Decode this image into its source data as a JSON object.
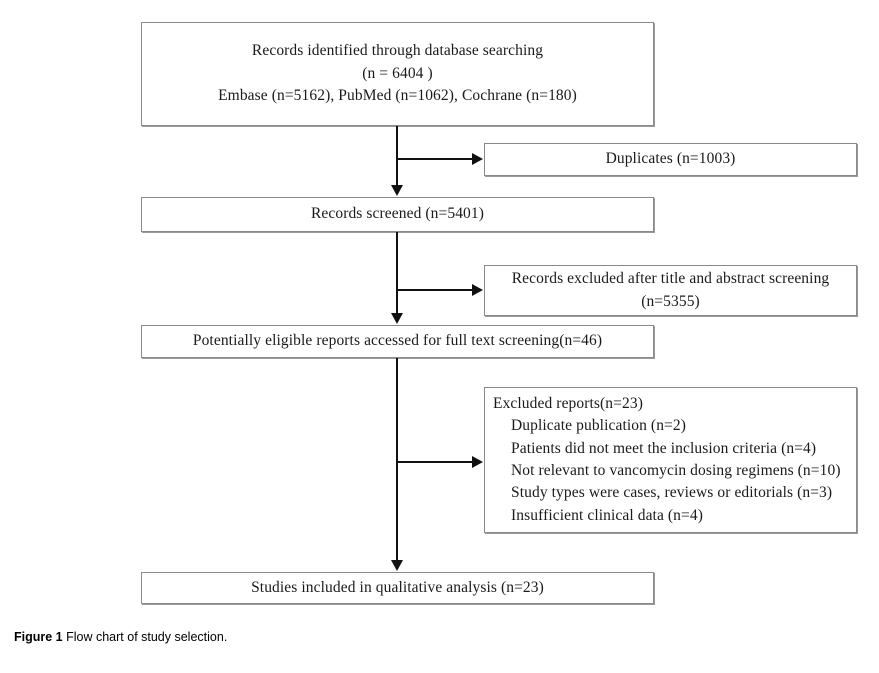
{
  "figure": {
    "caption_label": "Figure 1",
    "caption_text": "Flow chart of study selection.",
    "colors": {
      "box_border": "#8a8a8a",
      "connector": "#111111",
      "background": "#ffffff",
      "text": "#1a1a1a"
    }
  },
  "chart_data": {
    "type": "diagram",
    "title": "Flow chart of study selection",
    "nodes": [
      {
        "id": "identified",
        "lines": [
          "Records identified through database searching",
          "(n = 6404 )",
          "Embase (n=5162), PubMed (n=1062), Cochrane (n=180)"
        ],
        "count": 6404
      },
      {
        "id": "duplicates",
        "lines": [
          "Duplicates (n=1003)"
        ],
        "count": 1003
      },
      {
        "id": "screened",
        "lines": [
          "Records screened (n=5401)"
        ],
        "count": 5401
      },
      {
        "id": "excluded_title_abstract",
        "lines": [
          "Records excluded after title and abstract screening",
          "(n=5355)"
        ],
        "count": 5355
      },
      {
        "id": "full_text",
        "lines": [
          "Potentially eligible reports accessed for full text screening(n=46)"
        ],
        "count": 46
      },
      {
        "id": "excluded_reports",
        "lines": [
          "Excluded reports(n=23)",
          "Duplicate publication (n=2)",
          "Patients did not meet the inclusion criteria (n=4)",
          "Not relevant to vancomycin dosing regimens (n=10)",
          "Study types were cases, reviews or editorials (n=3)",
          "Insufficient clinical data (n=4)"
        ],
        "count": 23
      },
      {
        "id": "included",
        "lines": [
          "Studies included in qualitative analysis (n=23)"
        ],
        "count": 23
      }
    ],
    "edges": [
      {
        "from": "identified",
        "to": "screened"
      },
      {
        "from": "identified",
        "to": "duplicates"
      },
      {
        "from": "screened",
        "to": "full_text"
      },
      {
        "from": "screened",
        "to": "excluded_title_abstract"
      },
      {
        "from": "full_text",
        "to": "included"
      },
      {
        "from": "full_text",
        "to": "excluded_reports"
      }
    ]
  }
}
